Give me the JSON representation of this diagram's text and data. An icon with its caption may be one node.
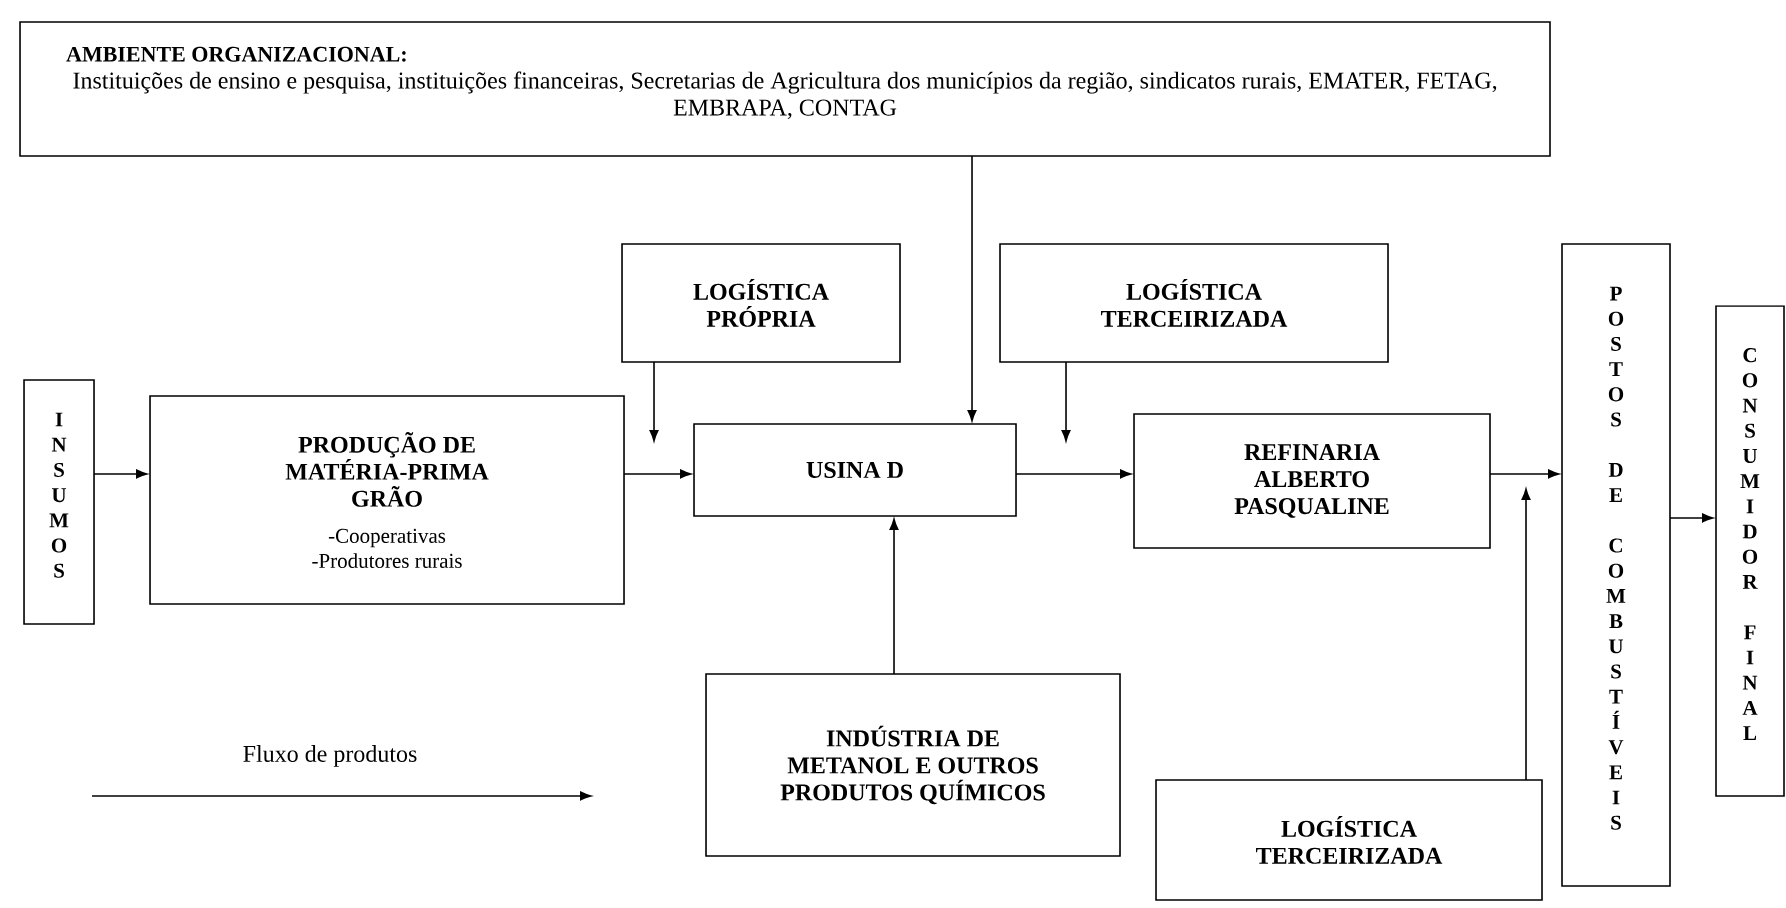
{
  "diagram": {
    "nodes": [
      {
        "text": [
          "AMBIENTE ORGANIZACIONAL:",
          "Instituições de ensino e pesquisa, instituições financeiras, Secretarias de Agricultura dos municípios da região, sindicatos rurais, EMATER, FETAG, EMBRAPA, CONTAG"
        ]
      },
      {
        "text": [
          "LOGÍSTICA PRÓPRIA"
        ]
      },
      {
        "text": [
          "LOGÍSTICA TERCEIRIZADA"
        ]
      },
      {
        "text": [
          "POSTOS DE COMBUSTÍVEIS"
        ]
      },
      {
        "text": [
          "INSUMOS"
        ]
      },
      {
        "text": [
          "PRODUÇÃO DE MATÉRIA-PRIMA GRÃO",
          "-Cooperativas -Produtores rurais"
        ]
      },
      {
        "text": [
          "USINA D"
        ]
      },
      {
        "text": [
          "REFINARIA ALBERTO PASQUALINE"
        ]
      },
      {
        "text": [
          "CONSUMIDOR FINAL"
        ]
      },
      {
        "text": [
          "INDÚSTRIA DE METANOL E OUTROS PRODUTOS QUÍMICOS"
        ]
      },
      {
        "text": [
          "LOGÍSTICA TERCEIRIZADA"
        ]
      }
    ],
    "edges": [
      {
        "from": 4,
        "to": 5,
        "arrow": "to"
      },
      {
        "from": 5,
        "to": 6,
        "arrow": "to"
      },
      {
        "from": 6,
        "to": 7,
        "arrow": "to"
      },
      {
        "from": 7,
        "to": 3,
        "arrow": "to"
      },
      {
        "from": 3,
        "to": 8,
        "arrow": "to"
      },
      {
        "from": 0,
        "to": 6,
        "arrow": "to"
      },
      {
        "from": 1,
        "to": null,
        "arrow": "to"
      },
      {
        "from": 2,
        "to": null,
        "arrow": "to"
      },
      {
        "from": 9,
        "to": 6,
        "arrow": "to"
      },
      {
        "from": 10,
        "to": null,
        "arrow": "to"
      }
    ],
    "legend": [
      {
        "text": "Fluxo de produtos"
      }
    ]
  }
}
